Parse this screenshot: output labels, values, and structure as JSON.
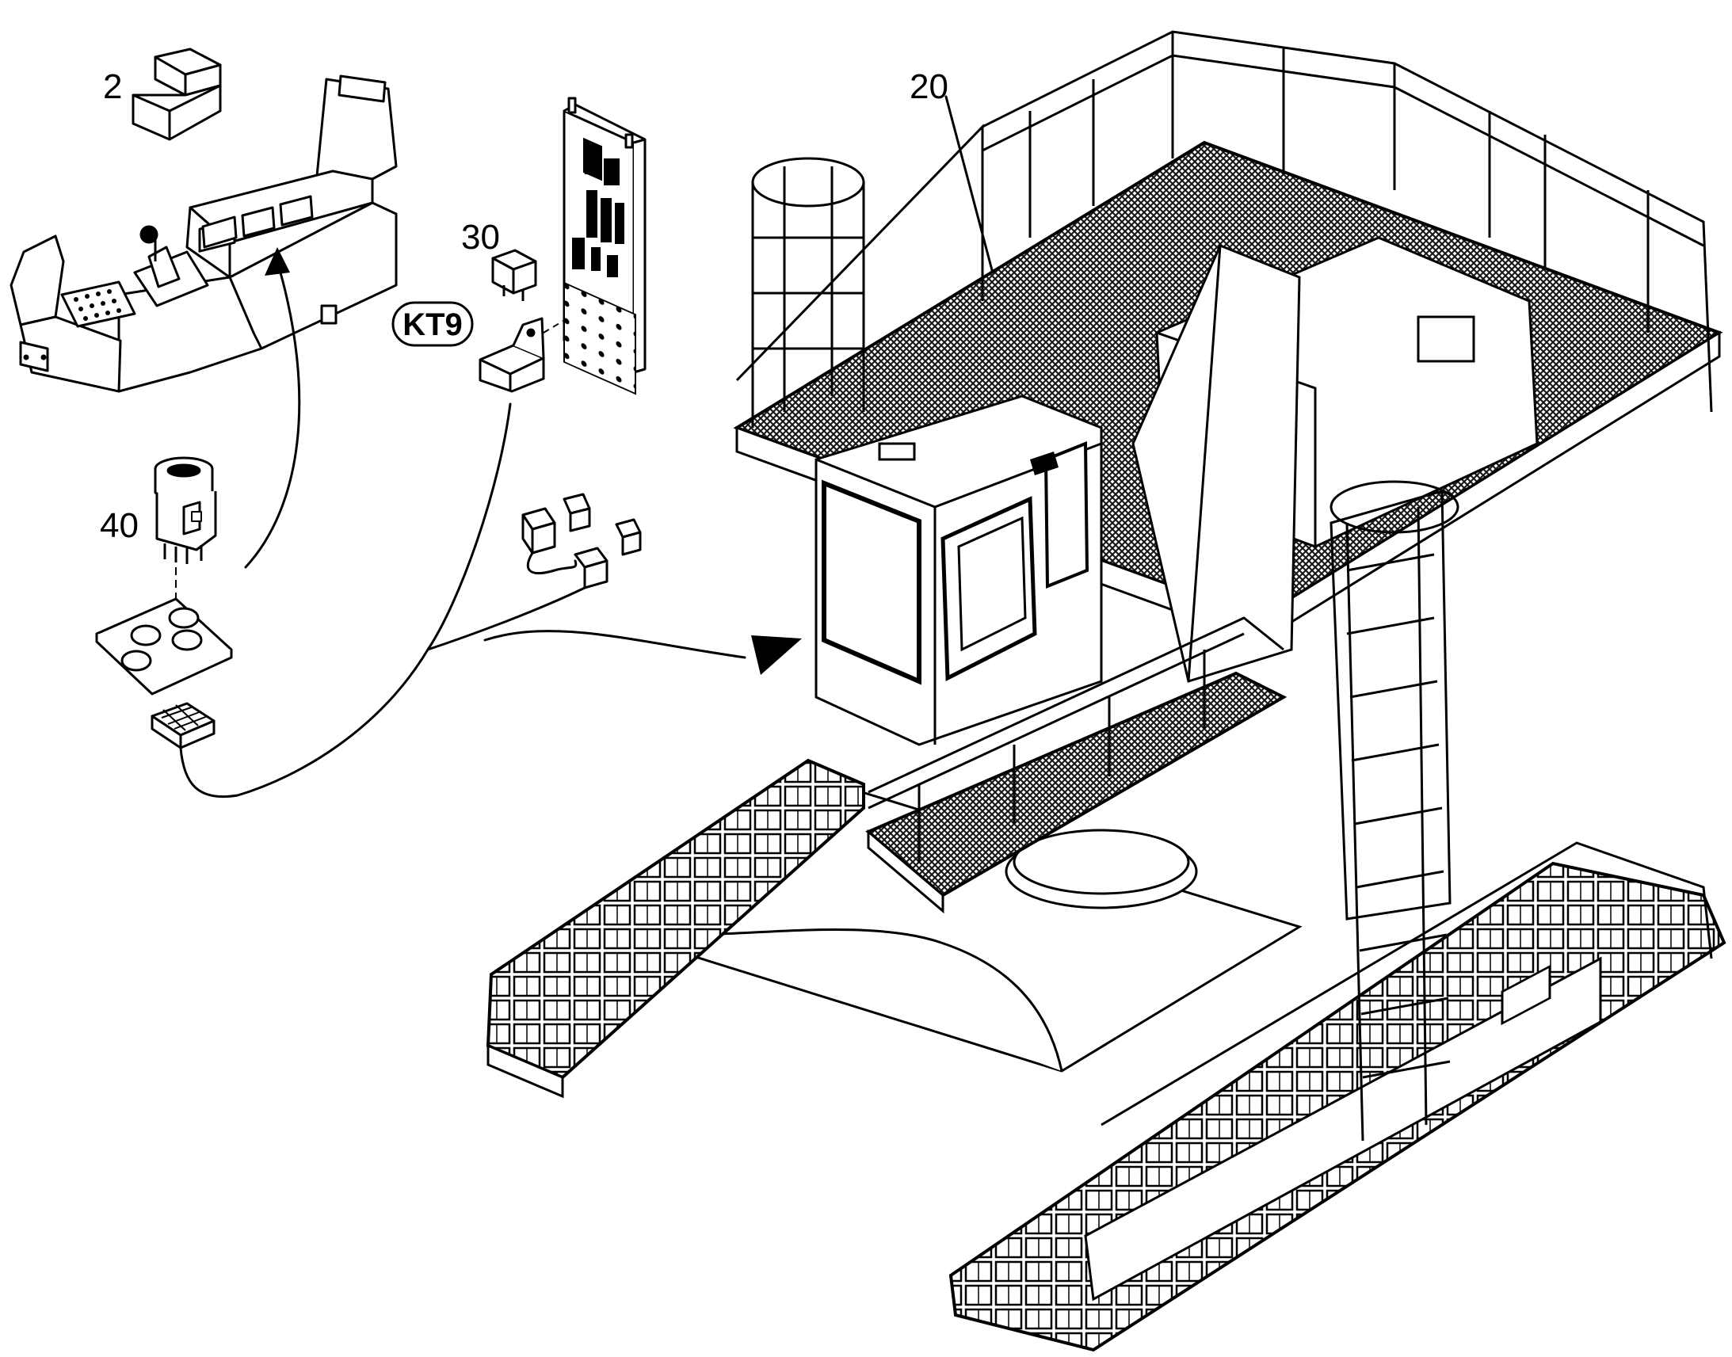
{
  "callouts": {
    "part_2": "2",
    "part_20": "20",
    "part_30": "30",
    "part_40": "40",
    "connector_kt9": "KT9"
  },
  "colors": {
    "line": "#000000",
    "fill": "#ffffff",
    "shade": "#444444",
    "mesh": "#1a1a1a"
  },
  "icons": {
    "control-console": "operator-console-with-joystick",
    "relay-module": "din-rail-relay-module",
    "switch": "rotary-push-switch",
    "mounting-plate": "four-hole-mounting-plate",
    "connector-plug": "multi-pin-connector-plug",
    "relay": "cube-relay",
    "relay-socket": "relay-socket-holder",
    "circuit-board": "electronic-control-board",
    "wiring-harness": "cable-harness-with-plugs",
    "machine": "crawler-excavator-upper-carriage"
  }
}
